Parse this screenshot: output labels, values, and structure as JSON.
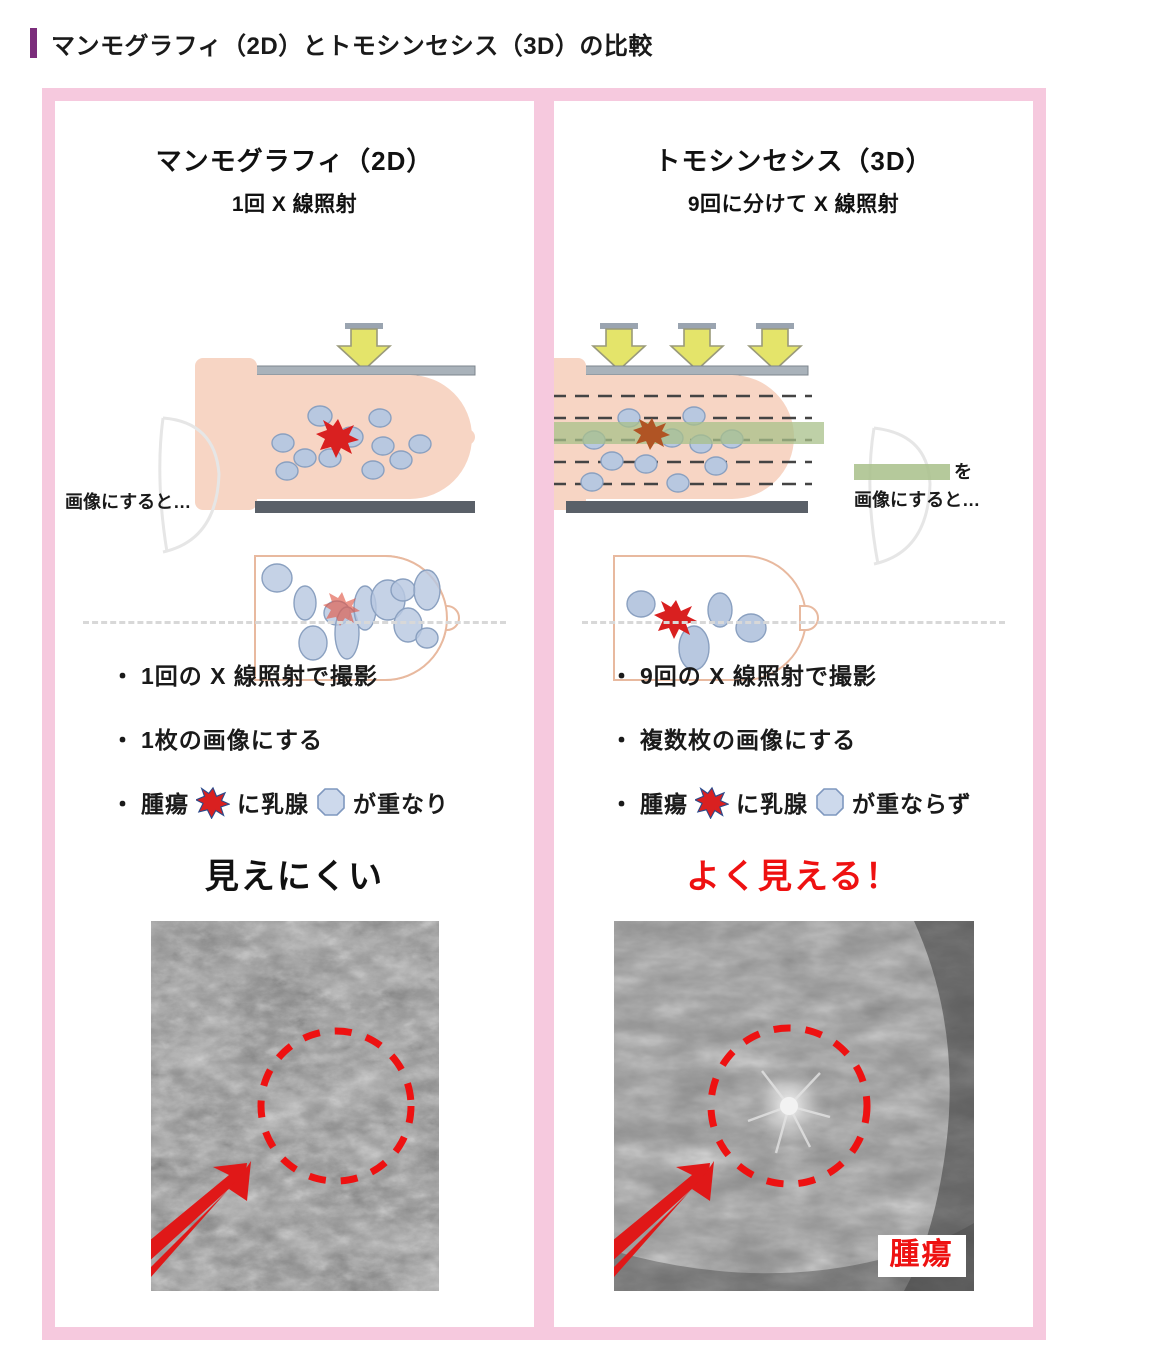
{
  "header": {
    "title": "マンモグラフィ（2D）とトモシンセシス（3D）の比較",
    "accent_color": "#7b2d7b"
  },
  "theme": {
    "frame_color": "#f6c9de",
    "tumor_color": "#d92020",
    "gland_color": "#b8c8e0",
    "beam_arrow_color": "#e4e46a",
    "slice_band_color": "#a8c08a",
    "breast_color": "#f7d5c4",
    "positive_text_color": "#ee1111"
  },
  "panels": [
    {
      "id": "mammography-2d",
      "title": "マンモグラフィ（2D）",
      "subtitle": "1回 X 線照射",
      "beam_count": 1,
      "caption": "画像にすると…",
      "caption2": "",
      "bullets": [
        {
          "text_before": "1回の X 線照射で撮影",
          "icons": []
        },
        {
          "text_before": "1枚の画像にする",
          "icons": []
        },
        {
          "text_before": "腫瘍",
          "text_mid": "に乳腺",
          "text_after": "が重なり",
          "icons": [
            "tumor-star",
            "gland-circle"
          ]
        }
      ],
      "verdict": "見えにくい",
      "verdict_style": "negative",
      "xray_label": ""
    },
    {
      "id": "tomosynthesis-3d",
      "title": "トモシンセシス（3D）",
      "subtitle": "9回に分けて X 線照射",
      "beam_count": 3,
      "caption": "を",
      "caption2": "画像にすると…",
      "bullets": [
        {
          "text_before": "9回の X 線照射で撮影",
          "icons": []
        },
        {
          "text_before": "複数枚の画像にする",
          "icons": []
        },
        {
          "text_before": "腫瘍",
          "text_mid": "に乳腺",
          "text_after": "が重ならず",
          "icons": [
            "tumor-star",
            "gland-circle"
          ]
        }
      ],
      "verdict": "よく見える！",
      "verdict_style": "positive",
      "xray_label": "腫瘍"
    }
  ]
}
